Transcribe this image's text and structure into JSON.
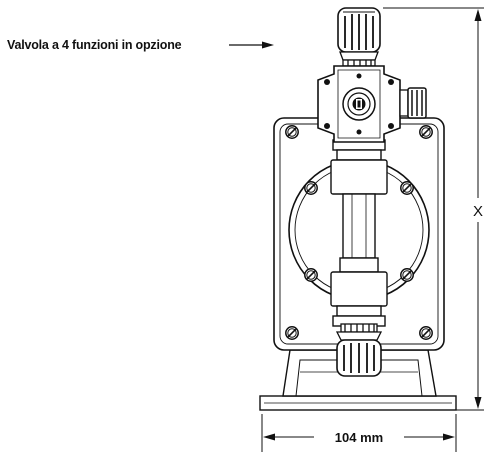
{
  "callout": {
    "label": "Valvola a 4 funzioni in opzione"
  },
  "dimensions": {
    "width_label": "104 mm",
    "height_label": "X"
  }
}
